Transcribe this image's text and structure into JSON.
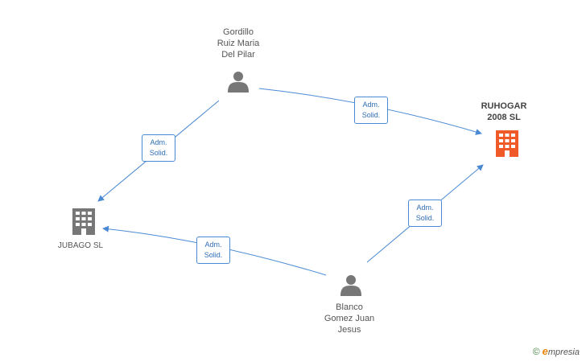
{
  "nodes": {
    "gordillo": {
      "lines": [
        "Gordillo",
        "Ruiz Maria",
        "Del Pilar"
      ],
      "icon": "person-icon"
    },
    "blanco": {
      "lines": [
        "Blanco",
        "Gomez Juan",
        "Jesus"
      ],
      "icon": "person-icon"
    },
    "ruhogar": {
      "lines": [
        "RUHOGAR",
        "2008 SL"
      ],
      "icon": "building-icon"
    },
    "jubago": {
      "lines": [
        "JUBAGO SL"
      ],
      "icon": "building-icon"
    }
  },
  "edges": [
    {
      "from": "gordillo",
      "to": "ruhogar",
      "label": [
        "Adm.",
        "Solid."
      ]
    },
    {
      "from": "gordillo",
      "to": "jubago",
      "label": [
        "Adm.",
        "Solid."
      ]
    },
    {
      "from": "blanco",
      "to": "jubago",
      "label": [
        "Adm.",
        "Solid."
      ]
    },
    {
      "from": "blanco",
      "to": "ruhogar",
      "label": [
        "Adm.",
        "Solid."
      ]
    }
  ],
  "colors": {
    "edge": "#4a8ad4",
    "person": "#777777",
    "company_main": "#f05a28",
    "company_other": "#777777"
  },
  "footer": {
    "copyright_symbol": "©",
    "brand_e": "e",
    "brand_rest": "mpresia"
  }
}
